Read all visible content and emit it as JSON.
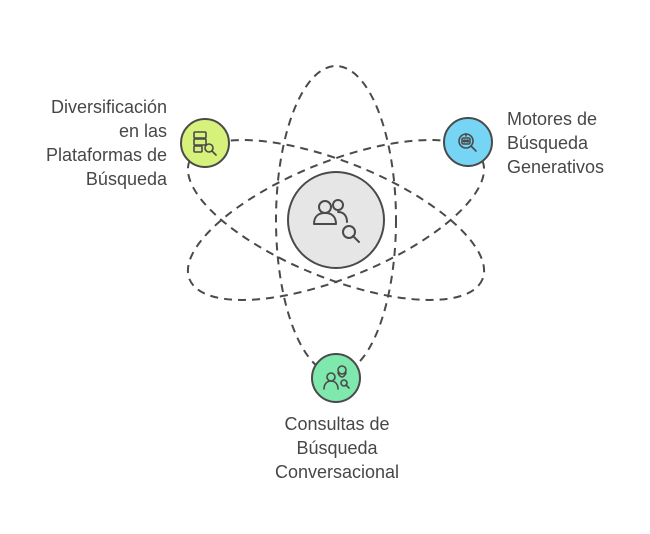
{
  "nodes": {
    "center": {
      "icon": "users-search-icon",
      "fill": "#e6e6e6",
      "stroke": "#4a4a4a"
    },
    "left": {
      "icon": "server-search-icon",
      "fill": "#d7f27a",
      "stroke": "#4a4a4a",
      "label_lines": [
        "Diversificación",
        "en las",
        "Plataformas de",
        "Búsqueda"
      ]
    },
    "right": {
      "icon": "robot-search-icon",
      "fill": "#76d5f5",
      "stroke": "#4a4a4a",
      "label_lines": [
        "Motores de",
        "Búsqueda",
        "Generativos"
      ]
    },
    "bottom": {
      "icon": "conversation-users-icon",
      "fill": "#7ee8ad",
      "stroke": "#4a4a4a",
      "label_lines": [
        "Consultas de",
        "Búsqueda",
        "Conversacional"
      ]
    }
  },
  "colors": {
    "orbit_stroke": "#4a4a4a",
    "text": "#474747"
  }
}
